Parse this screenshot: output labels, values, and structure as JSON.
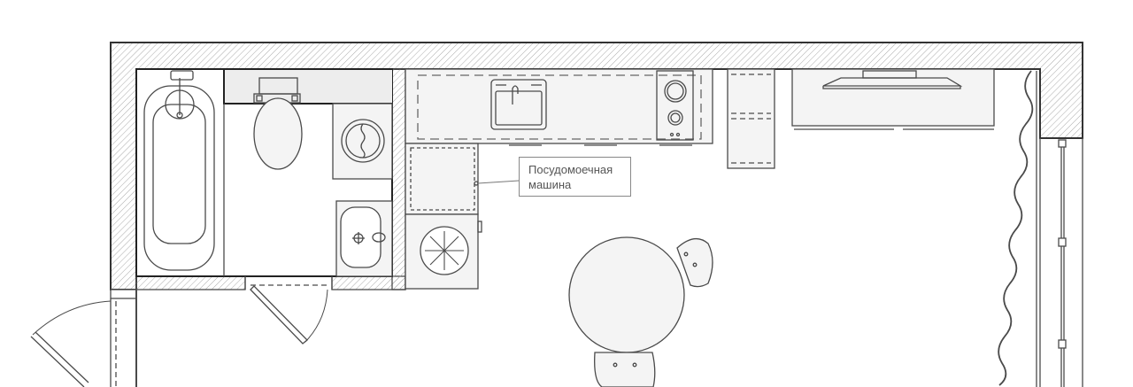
{
  "plan": {
    "rooms": [
      "bathroom",
      "kitchen-living"
    ],
    "annotations": [
      {
        "id": "dishwasher",
        "lines": [
          "Посудомоечная",
          "машина"
        ]
      }
    ]
  },
  "colors": {
    "line": "#4a4a4a",
    "hatch": "#9a9a9a",
    "fill_light": "#f2f2f2"
  }
}
